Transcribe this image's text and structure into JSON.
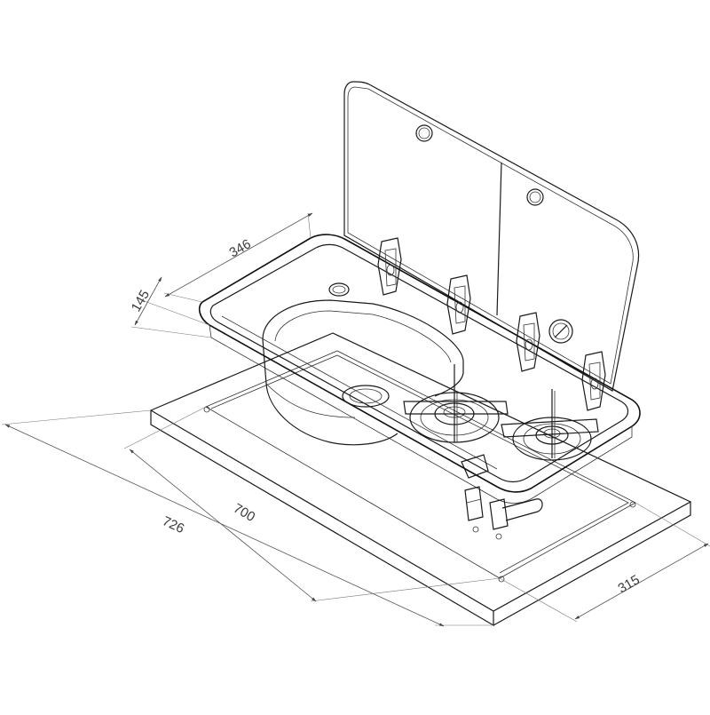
{
  "dimensions": {
    "length_overall": "726",
    "length_cutout": "700",
    "depth_sink": "346",
    "lid_height": "145",
    "width_cutout": "315"
  },
  "colors": {
    "line": "#1a1a1a",
    "dimension": "#555555",
    "background": "#ffffff"
  }
}
